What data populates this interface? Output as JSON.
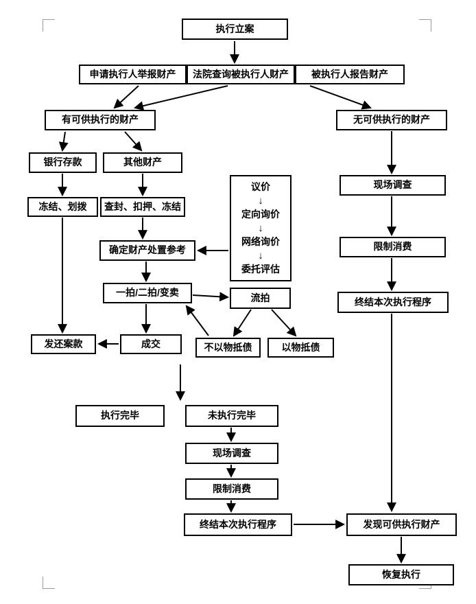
{
  "nodes": {
    "filing": "执行立案",
    "applicant_report": "申请执行人举报财产",
    "court_inquiry": "法院查询被执行人财产",
    "debtor_report": "被执行人报告财产",
    "has_property": "有可供执行的财产",
    "no_property": "无可供执行的财产",
    "bank_deposit": "银行存款",
    "other_property": "其他财产",
    "freeze_transfer": "冻结、划拨",
    "seal_seize_freeze": "查封、扣押、冻结",
    "determine_reference": "确定财产处置参考",
    "valuation_steps": [
      "议价",
      "定向询价",
      "网络询价",
      "委托评估"
    ],
    "auction": "一拍/二拍/变卖",
    "failed_auction": "流拍",
    "deal": "成交",
    "no_debt_offset": "不以物抵债",
    "debt_offset": "以物抵债",
    "return_funds": "发还案款",
    "execution_complete": "执行完毕",
    "execution_incomplete": "未执行完毕",
    "site_investigation_mid": "现场调查",
    "limit_consumption_mid": "限制消费",
    "terminate_mid": "终结本次执行程序",
    "found_property": "发现可供执行财产",
    "resume_execution": "恢复执行",
    "site_investigation_right": "现场调查",
    "limit_consumption_right": "限制消费",
    "terminate_right": "终结本次执行程序"
  },
  "icons": {
    "down_arrow": "↓"
  }
}
